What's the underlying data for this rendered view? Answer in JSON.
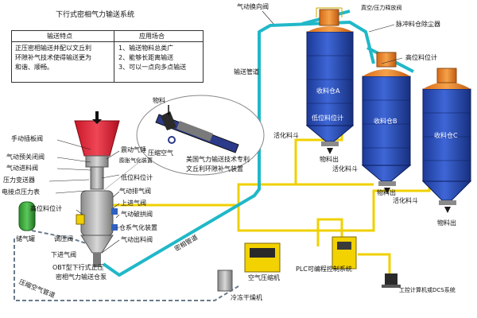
{
  "system_title": "下行式密相气力输送系统",
  "table": {
    "col1_header": "输送特点",
    "col2_header": "应用场合",
    "col1_body": [
      "正压密相输送并配以文丘利",
      "环隙补气技术使得输送更为",
      "和谐、顺畅。"
    ],
    "col2_body": [
      "1、输送物料总类广",
      "2、能够长距离输送",
      "3、可以一点向多点输送"
    ]
  },
  "labels": {
    "pneumatic_switch_valve": "气动换向阀",
    "vacuum_pressure_valve": "真空/压力释放阀",
    "pulse_dust_collector": "脉冲料仓除尘器",
    "high_level_gauge_right": "高位料位计",
    "conveying_pipe": "输送管道",
    "silo_a": "收料仓A",
    "silo_b": "收料仓B",
    "silo_c": "收料仓C",
    "low_level_gauge": "低位料位计",
    "fluidizing_hopper_1": "活化料斗",
    "fluidizing_hopper_2": "活化料斗",
    "fluidizing_hopper_3": "活化料斗",
    "material_out_1": "物料出",
    "material_out_2": "物料出",
    "material_out_3": "物料出",
    "material": "物料",
    "compressed_air": "压缩空气",
    "venturi_note": [
      "美国气力输送技术专利",
      "文丘利环隙补气装置"
    ],
    "manual_plate_valve": "手动插板阀",
    "pneumatic_preclose_valve": "气动预关闭阀",
    "pneumatic_inlet_valve": "气动进料阀",
    "pressure_transmitter": "压力变送器",
    "electric_contact_gauge": "电接点压力表",
    "high_level_gauge_left": "高位料位计",
    "gas_tank": "储气罐",
    "pressure_reg_valve": "调压阀",
    "down_air_valve": "下进气阀",
    "vibration_hammer": "震动气锤",
    "fluidizing_device": "膨胀气化装置",
    "low_level_gauge_left": "低位料位计",
    "exhaust_valve": "气动排气阀",
    "up_air_valve": "上进气阀",
    "arch_breaking_valve": "气动破拱阀",
    "bin_gasify_device": "仓系气化装置",
    "outlet_valve": "气动出料阀",
    "dense_pipe": "密相管道",
    "obt_caption": [
      "OBT型下行式正压",
      "密相气力输送仓泵"
    ],
    "compressed_air_pipe": "压缩空气管道",
    "air_compressor": "空气压缩机",
    "freeze_dryer": "冷冻干燥机",
    "plc": "PLC可编程控制系统",
    "ipc": "工控计算机或DCS系统"
  },
  "colors": {
    "pipe_cyan": "#20b8c8",
    "silo_blue": "#2c4fb4",
    "silo_orange": "#e88a2c",
    "pump_red": "#e8283c",
    "signal_yellow": "#f0d000",
    "tank_green": "#3ca83c"
  }
}
